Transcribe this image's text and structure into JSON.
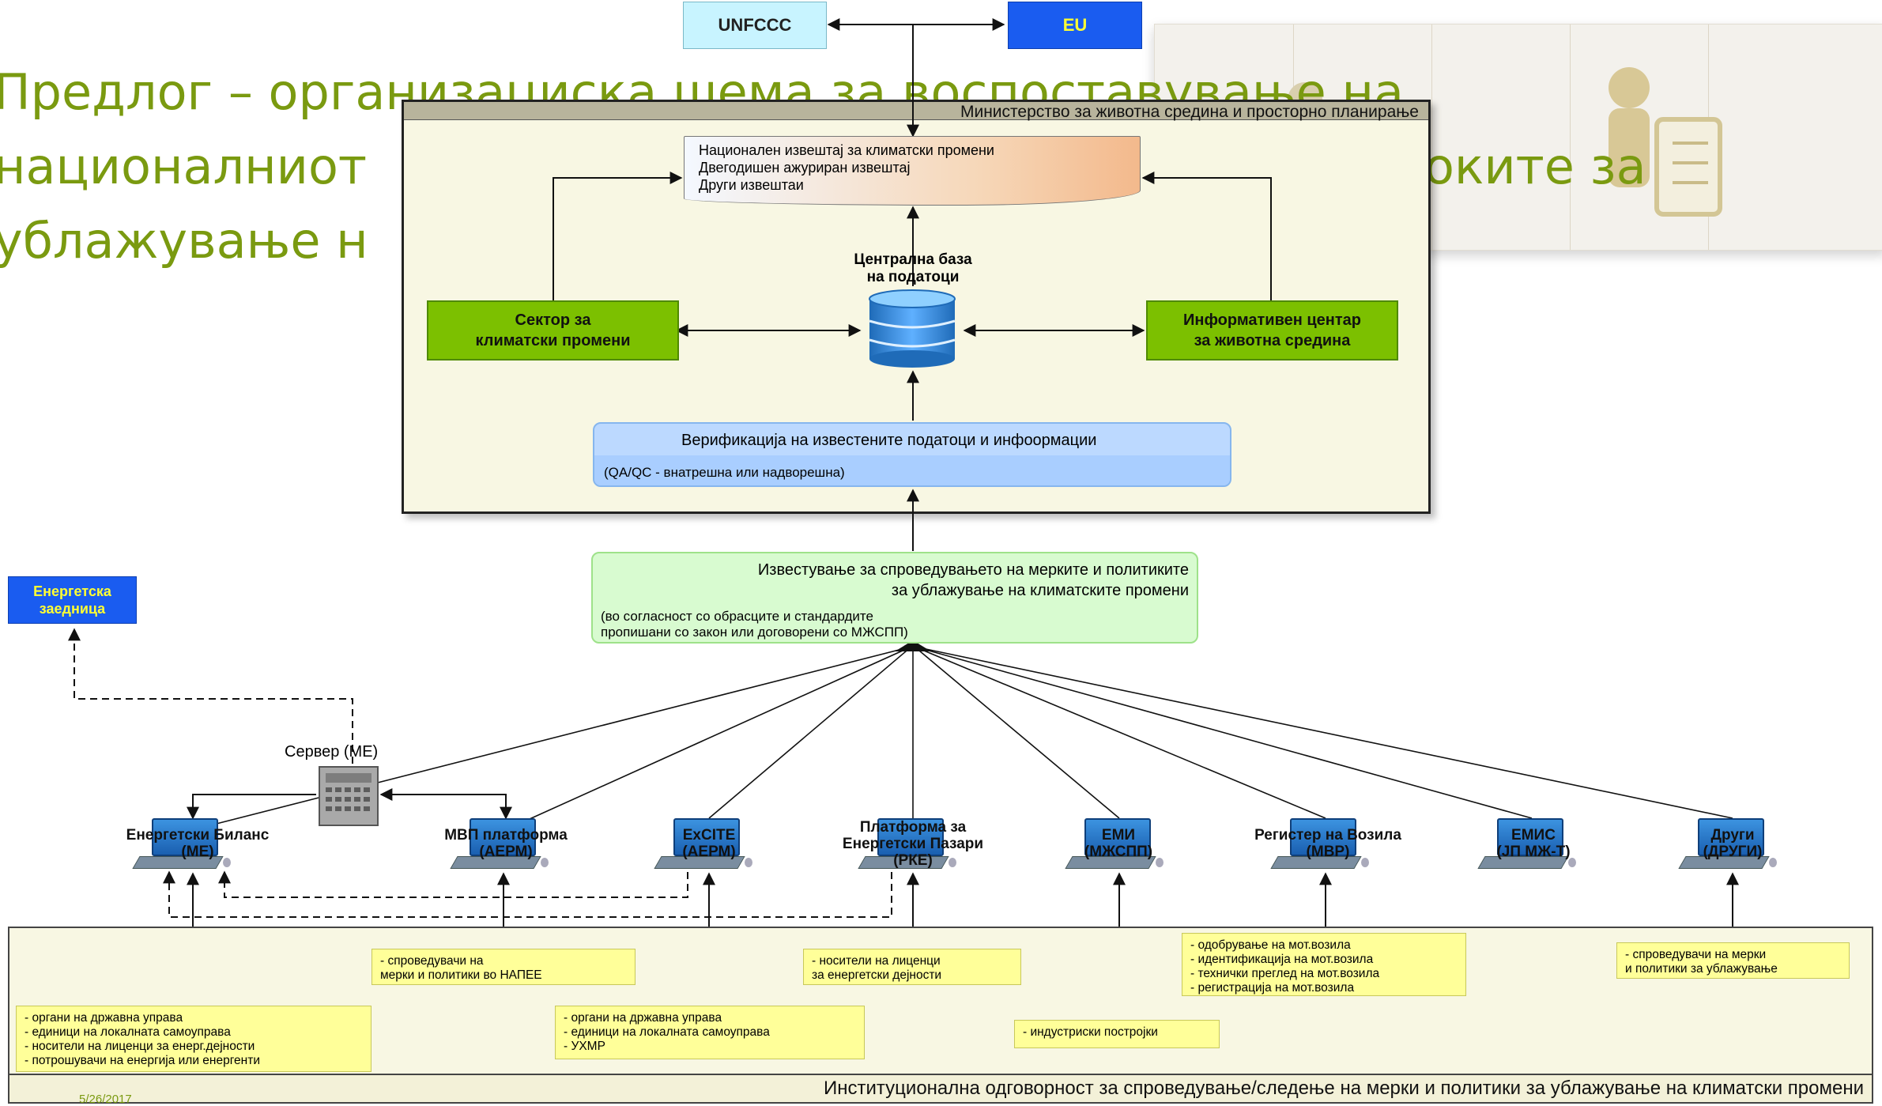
{
  "slide": {
    "title_lines": [
      "Предлог – организациска шема за воспоставување на",
      "националниот",
      "ублажување н"
    ],
    "title_right": [
      "оките за"
    ],
    "footer": "5/26/2017"
  },
  "diagram": {
    "unfccc": "UNFCCC",
    "eu": "EU",
    "ministry_title": "Министерство за животна средина и просторно планирање",
    "report_lines": [
      "Национален извештај за климатски промени",
      "Двегодишен ажуриран извештај",
      "Други извештаи"
    ],
    "database_label": [
      "Централна база",
      "на податоци"
    ],
    "sector": [
      "Сектор за",
      "климатски промени"
    ],
    "info_center": [
      "Информативен центар",
      "за животна средина"
    ],
    "verification_title": "Верификација на известените податоци и инфоормации",
    "verification_sub": "(QA/QC  - внатрешна или надворешна)",
    "reporting_title": [
      "Известување за спроведувањето на мерките и политиките",
      "за ублажување на климатските промени"
    ],
    "reporting_sub": [
      "(во согласност со обрасците и стандардите",
      "пропишани со закон или договорени со МЖСПП)"
    ],
    "energy_community": [
      "Енергетска",
      "заедница"
    ],
    "server_label": "Сервер (МЕ)",
    "nodes": [
      {
        "name": "Енергетски Биланс",
        "sub": "(МЕ)"
      },
      {
        "name": "МВП платформа",
        "sub": "(АЕРМ)"
      },
      {
        "name": "ExCITE",
        "sub": "(АЕРМ)"
      },
      {
        "name": "Платформа за",
        "sub": "Енергетски Пазари",
        "sub2": "(РКЕ)"
      },
      {
        "name": "ЕМИ",
        "sub": "(МЖСПП)"
      },
      {
        "name": "Регистер на Возила",
        "sub": "(МВР)"
      },
      {
        "name": "ЕМИС",
        "sub": "(ЈП МЖ-Т)"
      },
      {
        "name": "Други",
        "sub": "(ДРУГИ)"
      }
    ],
    "notes": {
      "n1": [
        "- органи на државна управа",
        "- единици на локалната самоуправа",
        "- носители на лиценци за енерг.дејности",
        "- потрошувачи на енергија или енергенти"
      ],
      "n2": [
        "- спроведувачи на",
        "  мерки и политики во НАПЕЕ"
      ],
      "n3": [
        "- органи на државна управа",
        "- единици на локалната самоуправа",
        "- УХМР"
      ],
      "n4": [
        "- носители на лиценци",
        "за енергетски дејности"
      ],
      "n5": [
        "- индустриски постројки"
      ],
      "n6": [
        "- одобрување на мот.возила",
        "- идентификација на мот.возила",
        "- технички преглед на мот.возила",
        "- регистрација на мот.возила"
      ],
      "n7": [
        "- спроведувачи на мерки",
        "и политики за ублажување"
      ]
    },
    "institutional_title": "Институционална одговорност за спроведување/следење на мерки и политики за ублажување на климатски промени"
  },
  "colors": {
    "title": "#7a9a10",
    "green_box": "#7cc000",
    "eu_blue": "#1a5cf0",
    "unfccc_bg": "#c8f4ff",
    "note_yellow": "#ffff99"
  }
}
